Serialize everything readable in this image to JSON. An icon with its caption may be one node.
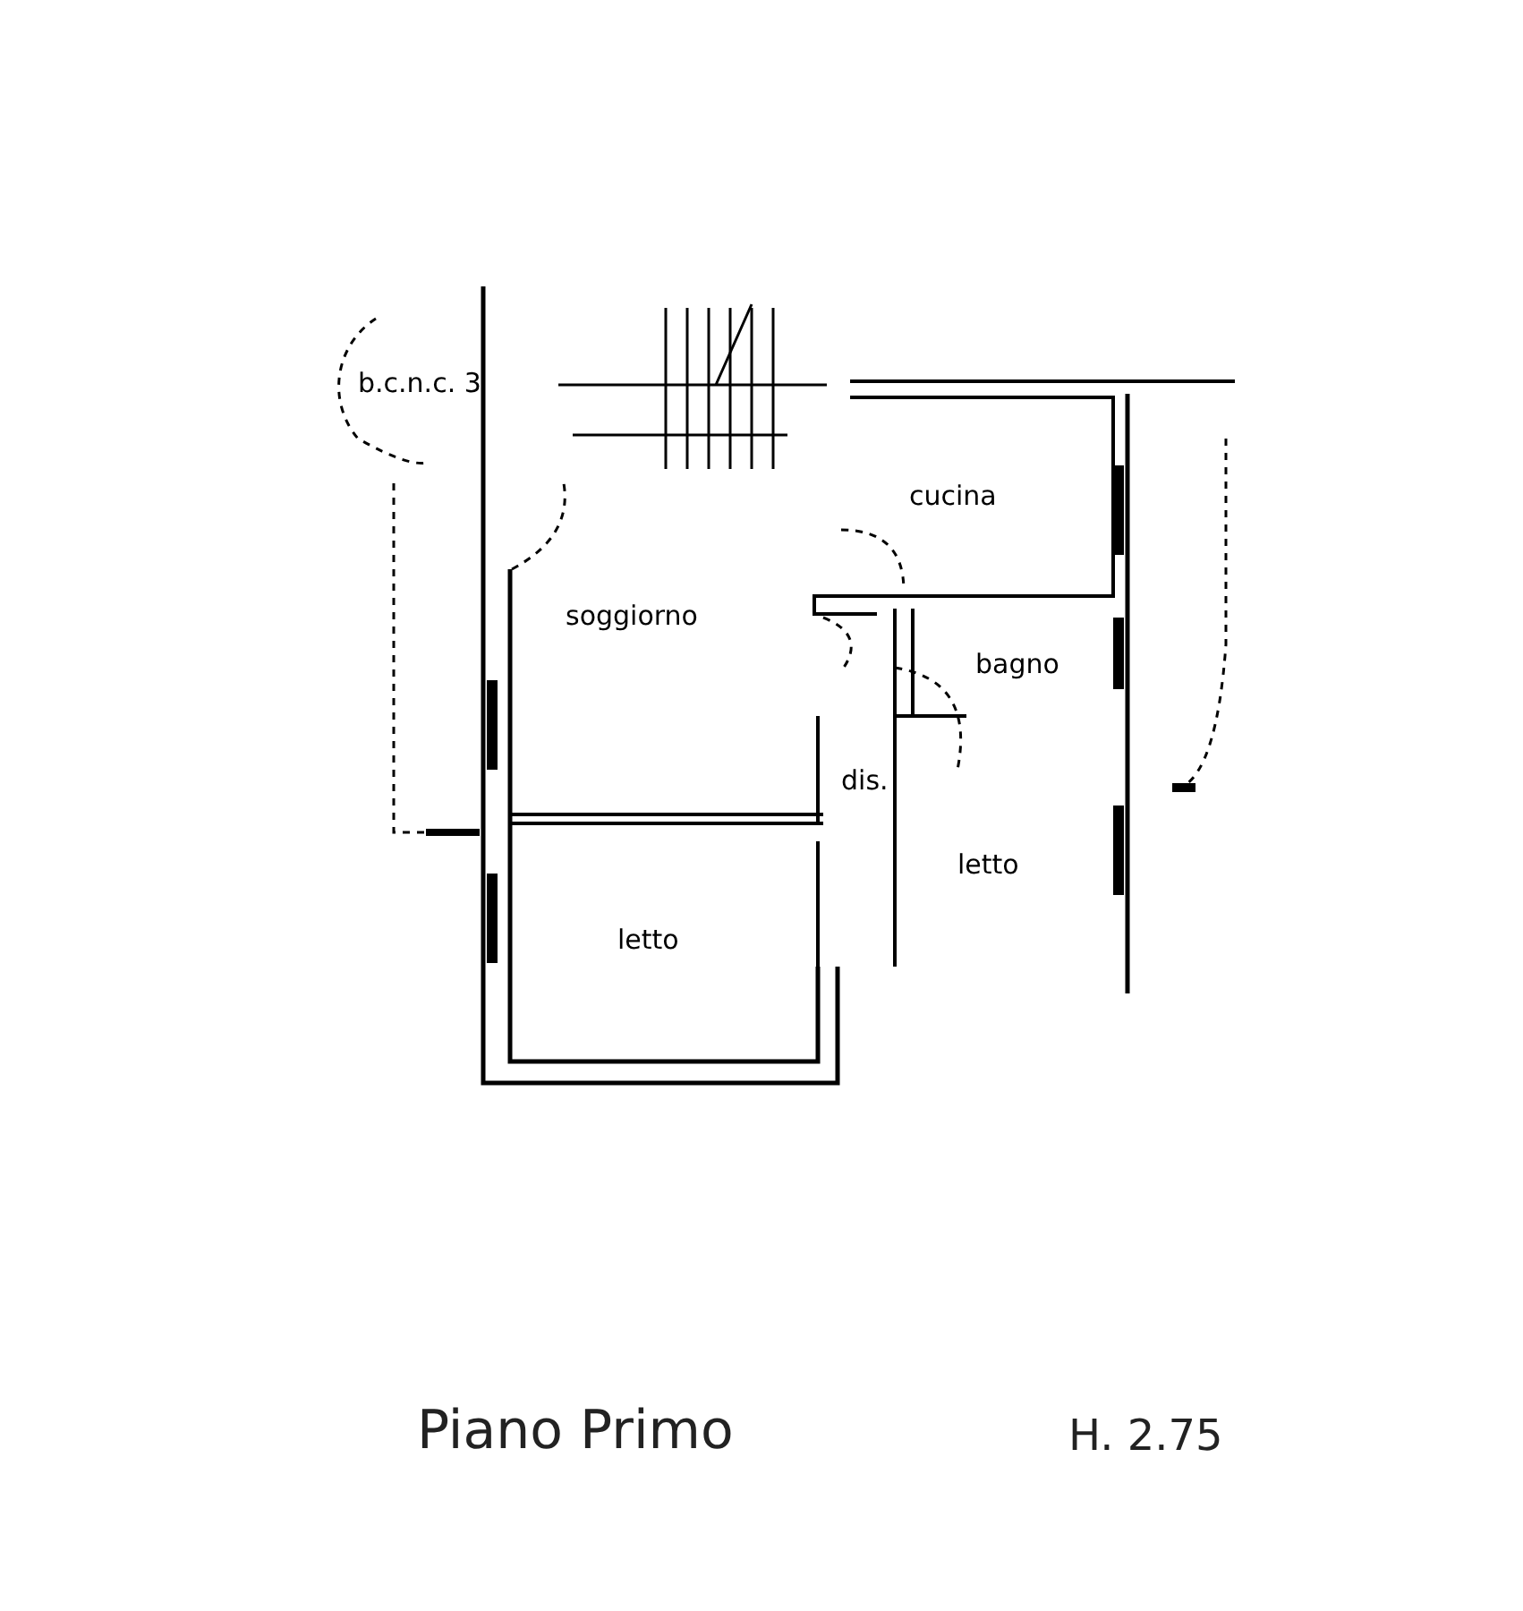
{
  "diagram": {
    "caption": "Piano Primo",
    "nodes": [
      {
        "text": [
          "b.c.n.c. 3"
        ]
      },
      {
        "text": [
          "cucina"
        ]
      },
      {
        "text": [
          "soggiorno"
        ]
      },
      {
        "text": [
          "bagno"
        ]
      },
      {
        "text": [
          "dis."
        ]
      },
      {
        "text": [
          "letto"
        ]
      },
      {
        "text": [
          "letto"
        ]
      }
    ],
    "edges": [],
    "labels": [
      "H. 2.75"
    ]
  }
}
